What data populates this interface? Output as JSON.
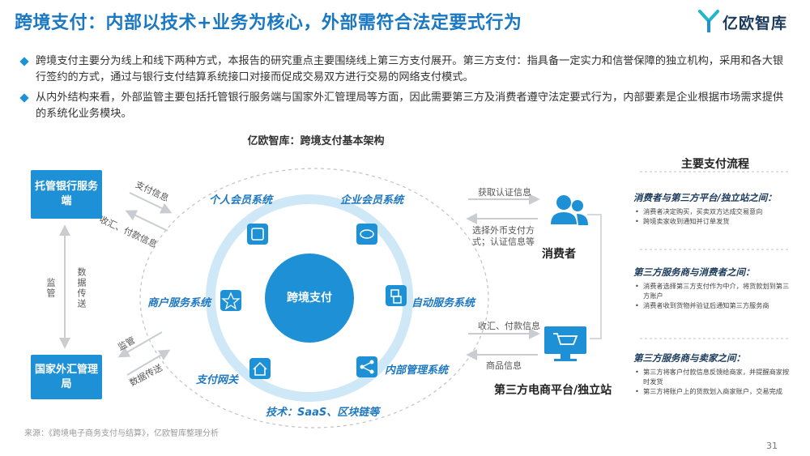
{
  "header": {
    "title": "跨境支付：内部以技术+业务为核心，外部需符合法定要式行为",
    "logo_text": "亿欧智库"
  },
  "bullets": [
    "跨境支付主要分为线上和线下两种方式，本报告的研究重点主要围绕线上第三方支付展开。第三方支付：指具备一定实力和信誉保障的独立机构，采用和各大银行签约的方式，通过与银行支付结算系统接口对接而促成交易双方进行交易的网络支付模式。",
    "从内外结构来看，外部监管主要包括托管银行服务端与国家外汇管理局等方面，因此需要第三方及消费者遵守法定要式行为，内部要素是企业根据市场需求提供的系统化业务模块。"
  ],
  "diagram": {
    "title": "亿欧智库：跨境支付基本架构",
    "bank_box": "托管银行服务端",
    "forex_box": "国家外汇管理局",
    "bank_arrow_top": "支付信息",
    "bank_arrow_bottom": "收汇、付款信息",
    "left_vertical_1": "监管",
    "left_vertical_2": "数据传送",
    "forex_arrow_top": "监管",
    "forex_arrow_bottom": "数据传送",
    "center": "跨境支付",
    "modules": {
      "personal": "个人会员系统",
      "enterprise": "企业会员系统",
      "merchant": "商户服务系统",
      "auto": "自动服务系统",
      "gateway": "支付网关",
      "internal": "内部管理系统"
    },
    "tech": "技术：SaaS、区块链等",
    "right_arrow_1": "获取认证信息",
    "right_arrow_2": "选择外币支付方式；认证信息等",
    "right_arrow_3": "收汇、付款信息",
    "right_arrow_4": "商品信息",
    "consumer": "消费者",
    "platform": "第三方电商平台/独立站"
  },
  "flow": {
    "title": "主要支付流程",
    "sections": [
      {
        "head": "消费者与第三方平台/独立站之间：",
        "items": [
          "消费者决定购买，买卖双方达成交易意向",
          "跨境卖家收到通知并订单发货"
        ]
      },
      {
        "head": "第三方服务商与消费者之间：",
        "items": [
          "消费者选择第三方支付作为中介，将货款划到第三方账户",
          "消费者收到货物并验证后通知第三方服务商"
        ]
      },
      {
        "head": "第三方服务商与卖家之间：",
        "items": [
          "第三方将客户付款信息反馈给商家，并提醒商家按时发货",
          "第三方将账户上的货款划入商家账户，交易完成"
        ]
      }
    ]
  },
  "footer": {
    "source": "来源：《跨境电子商务支付与结算》，亿欧智库整理分析",
    "page": "31"
  },
  "colors": {
    "primary": "#1e90d6",
    "title_blue": "#1a78c2",
    "dark_blue": "#1a3a5c"
  }
}
